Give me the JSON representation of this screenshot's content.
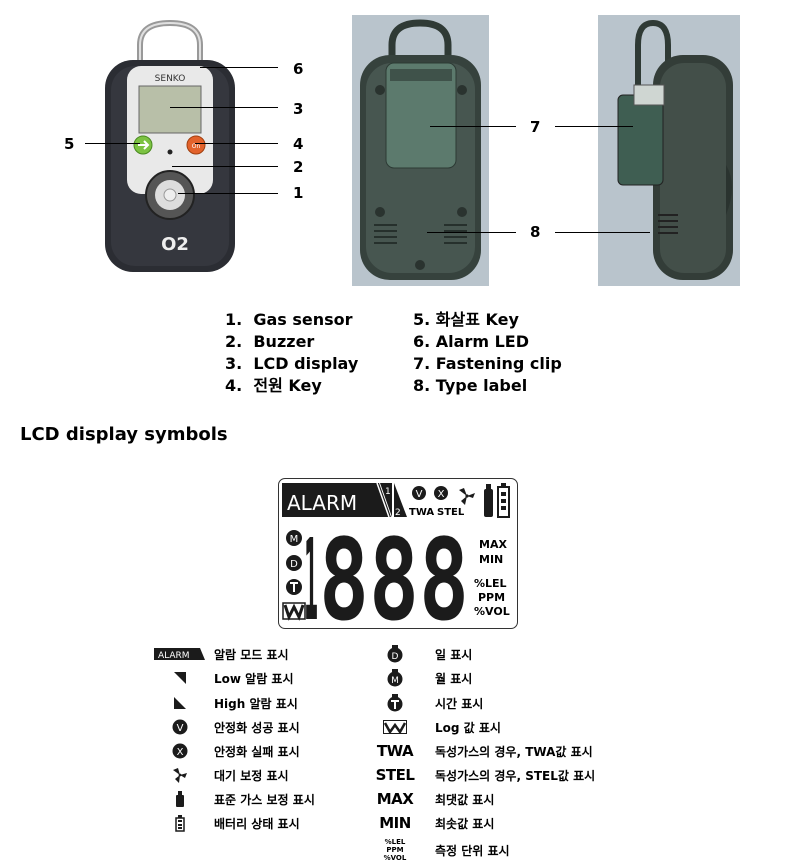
{
  "device": {
    "brand": "SENKO",
    "model_badge": "O2",
    "callouts": [
      "1",
      "2",
      "3",
      "4",
      "5",
      "6",
      "7",
      "8"
    ]
  },
  "parts_list": {
    "left": [
      {
        "n": "1.",
        "label": "Gas sensor"
      },
      {
        "n": "2.",
        "label": "Buzzer"
      },
      {
        "n": "3.",
        "label": "LCD display"
      },
      {
        "n": "4.",
        "label": "전원 Key"
      }
    ],
    "right": [
      {
        "n": "5.",
        "label": "화살표 Key"
      },
      {
        "n": "6.",
        "label": "Alarm LED"
      },
      {
        "n": "7.",
        "label": "Fastening clip"
      },
      {
        "n": "8.",
        "label": "Type label"
      }
    ]
  },
  "section_title": "LCD display symbols",
  "lcd": {
    "alarm": "ALARM",
    "level1": "1",
    "level2": "2",
    "twa": "TWA",
    "stel": "STEL",
    "v": "V",
    "x": "X",
    "m": "M",
    "d": "D",
    "digits": "888",
    "leading": "1",
    "max": "MAX",
    "min": "MIN",
    "lel": "%LEL",
    "ppm": "PPM",
    "vol": "%VOL"
  },
  "legend": {
    "left": [
      {
        "icon": "alarm-block",
        "label": "알람 모드 표시"
      },
      {
        "icon": "low-alarm-triangle",
        "label": "Low 알람 표시"
      },
      {
        "icon": "high-alarm-triangle",
        "label": "High 알람 표시"
      },
      {
        "icon": "v-circle",
        "label": "안정화 성공 표시"
      },
      {
        "icon": "x-circle",
        "label": "안정화 실패 표시"
      },
      {
        "icon": "fan",
        "label": "대기 보정 표시"
      },
      {
        "icon": "gas-cylinder",
        "label": "표준 가스 보정 표시"
      },
      {
        "icon": "battery",
        "label": "배터리 상태 표시"
      }
    ],
    "right": [
      {
        "icon": "day-clock",
        "label": "일 표시"
      },
      {
        "icon": "month-clock",
        "label": "월 표시"
      },
      {
        "icon": "time-clock",
        "label": "시간 표시"
      },
      {
        "icon": "log-wave",
        "label": "Log 값 표시"
      },
      {
        "icon": "TWA",
        "label": "독성가스의 경우, TWA값 표시"
      },
      {
        "icon": "STEL",
        "label": "독성가스의 경우, STEL값 표시"
      },
      {
        "icon": "MAX",
        "label": "최댓값 표시"
      },
      {
        "icon": "MIN",
        "label": "최솟값 표시"
      },
      {
        "icon": "units",
        "label": "측정 단위 표시"
      }
    ],
    "alarm_word": "ALARM",
    "v": "V",
    "x": "X",
    "d": "D",
    "m": "M",
    "units": [
      "%LEL",
      "PPM",
      "%VOL"
    ]
  }
}
